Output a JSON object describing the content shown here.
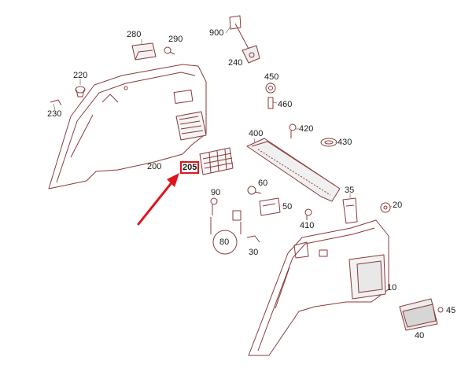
{
  "callouts": {
    "c280": "280",
    "c290": "290",
    "c900": "900",
    "c240": "240",
    "c220": "220",
    "c230": "230",
    "c450": "450",
    "c460": "460",
    "c400": "400",
    "c420": "420",
    "c430": "430",
    "c200": "200",
    "c205": "205",
    "c90": "90",
    "c60": "60",
    "c35": "35",
    "c20": "20",
    "c50": "50",
    "c410": "410",
    "c80": "80",
    "c30": "30",
    "c10": "10",
    "c45": "45",
    "c40": "40"
  },
  "highlight": {
    "part": "205",
    "color": "#e0141b"
  },
  "colors": {
    "line": "#7a2a2a",
    "accent": "#e0141b"
  }
}
